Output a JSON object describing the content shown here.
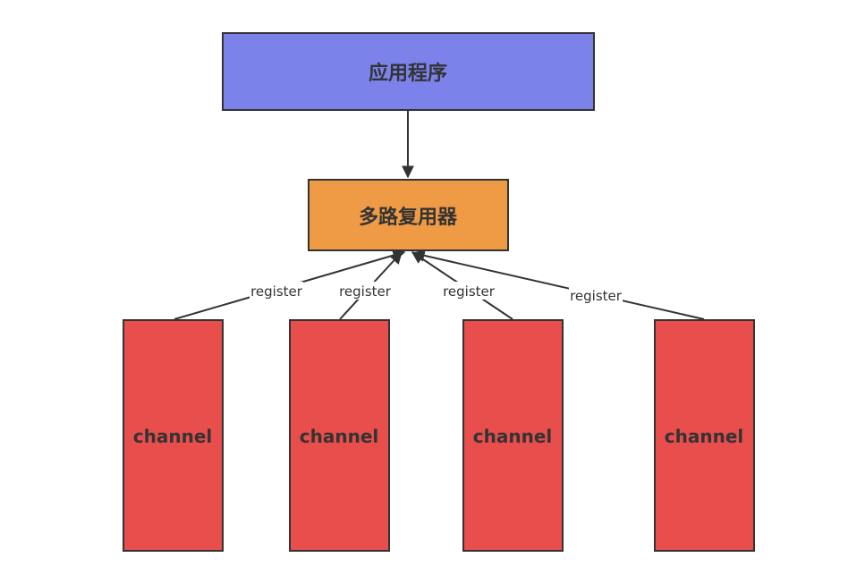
{
  "diagram": {
    "app_label": "应用程序",
    "mux_label": "多路复用器",
    "edge_label": "register",
    "channels": [
      {
        "label": "channel"
      },
      {
        "label": "channel"
      },
      {
        "label": "channel"
      },
      {
        "label": "channel"
      }
    ],
    "colors": {
      "app_fill": "#7B83EB",
      "mux_fill": "#EF9A45",
      "channel_fill": "#E84E4C",
      "stroke": "#333333"
    }
  }
}
